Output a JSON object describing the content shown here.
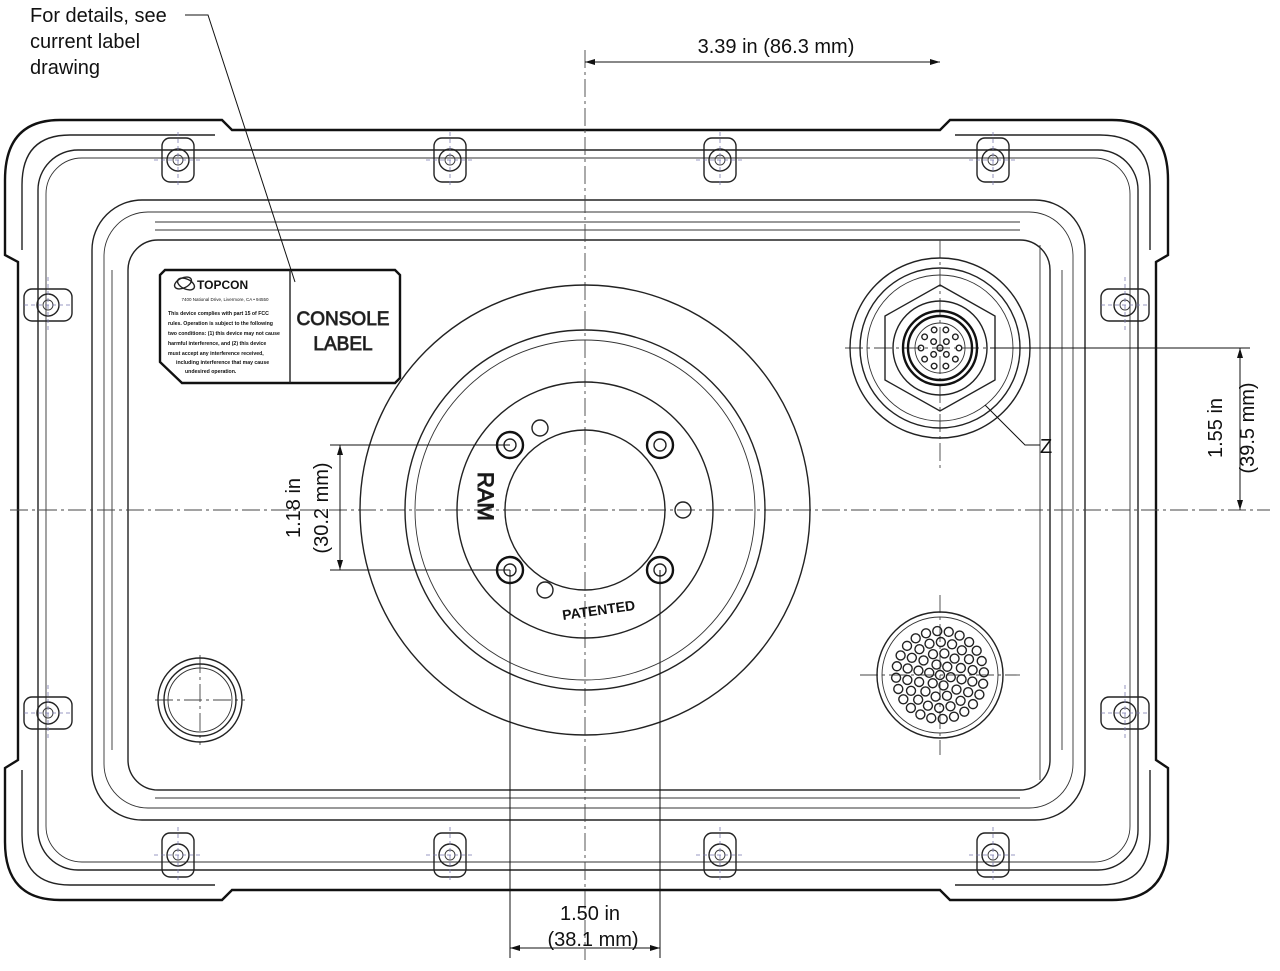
{
  "callout": {
    "line1": "For details, see",
    "line2": "current label",
    "line3": "drawing"
  },
  "dimensions": {
    "top": "3.39 in (86.3 mm)",
    "right_in": "1.55 in",
    "right_mm": "(39.5 mm)",
    "left_in": "1.18 in",
    "left_mm": "(30.2 mm)",
    "bottom_in": "1.50 in",
    "bottom_mm": "(38.1 mm)"
  },
  "label": {
    "brand": "TOPCON",
    "address": "7400 National Drive, Livermore, CA • 94550",
    "fcc": [
      "This device complies with part 15 of FCC",
      "rules. Operation is subject to the following",
      "two conditions: (1) this device may not cause",
      "harmful interference, and (2) this device",
      "must accept any interference received,",
      "including interference that may cause",
      "undesired operation."
    ],
    "title1": "CONSOLE",
    "title2": "LABEL"
  },
  "mount": {
    "ram": "RAM",
    "patented": "PATENTED"
  },
  "connector_tag": "Z"
}
